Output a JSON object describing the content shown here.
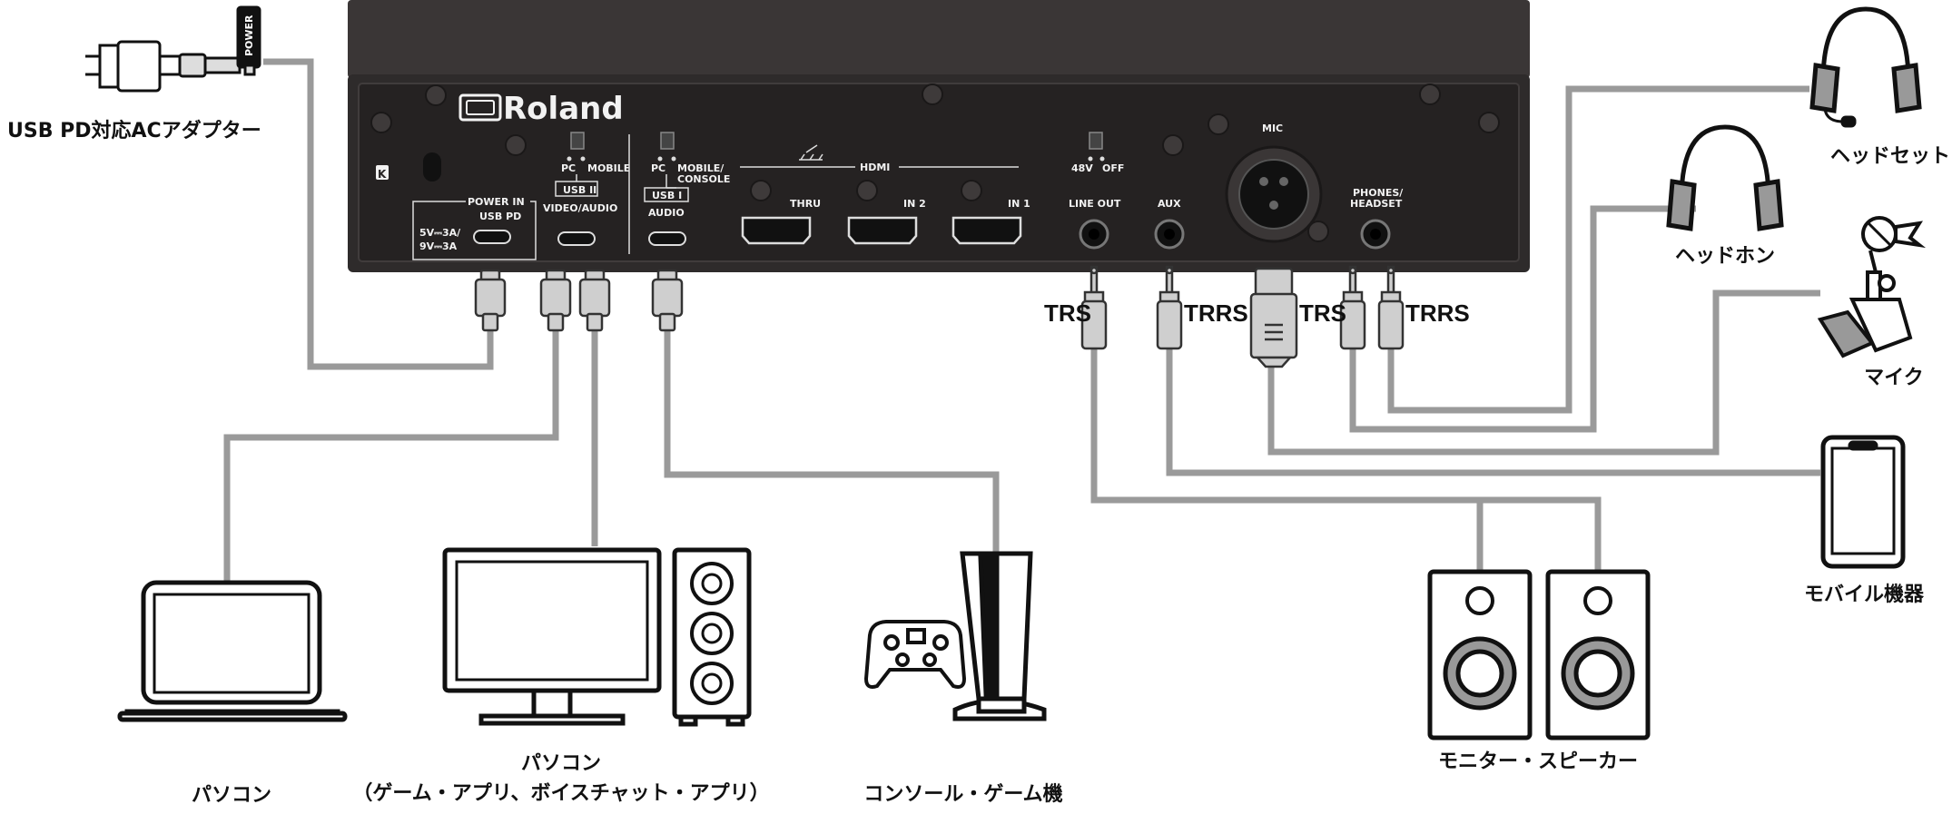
{
  "device": {
    "brand": "Roland",
    "panel_labels": {
      "power_in": "POWER IN",
      "usb_pd": "USB PD",
      "rating": [
        "5V⎓3A/",
        "9V⎓3A"
      ],
      "pc": "PC",
      "mobile": "MOBILE",
      "usb2": "USB II",
      "video_audio": "VIDEO/AUDIO",
      "mobile_console": [
        "MOBILE/",
        "CONSOLE"
      ],
      "usb1": "USB I",
      "audio": "AUDIO",
      "hdmi": "HDMI",
      "thru": "THRU",
      "in2": "IN 2",
      "in1": "IN 1",
      "phantom": "48V",
      "off": "OFF",
      "line_out": "LINE OUT",
      "aux": "AUX",
      "mic": "MIC",
      "phones_headset": [
        "PHONES/",
        "HEADSET"
      ]
    }
  },
  "connectors": {
    "trs_line_out": "TRS",
    "trrs_aux": "TRRS",
    "trs_phones": "TRS",
    "trrs_headset": "TRRS"
  },
  "adapter": {
    "label": "USB PD対応ACアダプター",
    "tag": "POWER"
  },
  "devices": {
    "laptop": "パソコン",
    "desktop": [
      "パソコン",
      "（ゲーム・アプリ、ボイスチャット・アプリ）"
    ],
    "console": "コンソール・ゲーム機",
    "speakers": "モニター・スピーカー",
    "headset": "ヘッドセット",
    "headphones": "ヘッドホン",
    "mic": "マイク",
    "mobile": "モバイル機器"
  },
  "colors": {
    "panel": "#2e2b2b",
    "panel_top": "#3a3636",
    "cable": "#9a9a9a",
    "plug": "#cfcfcf"
  }
}
